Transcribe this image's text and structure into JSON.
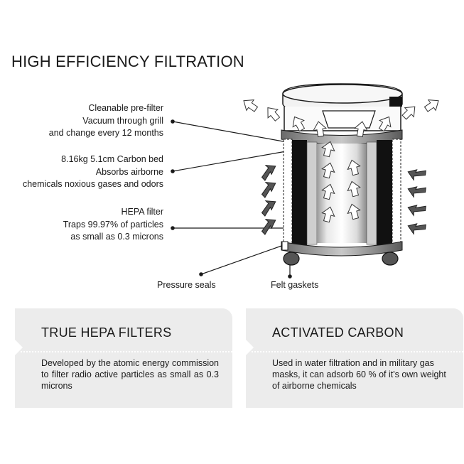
{
  "title": "HIGH EFFICIENCY FILTRATION",
  "callouts": {
    "prefilter": [
      "Cleanable pre-filter",
      "Vacuum through grill",
      "and change every 12 months"
    ],
    "carbon": [
      "8.16kg 5.1cm Carbon bed",
      "Absorbs airborne",
      "chemicals noxious gases and odors"
    ],
    "hepa": [
      "HEPA filter",
      "Traps 99.97% of particles",
      "as small as 0.3 microns"
    ],
    "seals": "Pressure seals",
    "gaskets": "Felt gaskets"
  },
  "cards": [
    {
      "title": "TRUE HEPA FILTERS",
      "text": "Developed by the atomic energy commission to filter radio active particles as small as 0.3 microns"
    },
    {
      "title": "ACTIVATED CARBON",
      "text": "Used in water filtration and in military gas masks, it can adsorb 60 % of it's own weight of airborne chemicals"
    }
  ],
  "colors": {
    "card_background": "#ececec",
    "ink": "#1a1a1a"
  }
}
